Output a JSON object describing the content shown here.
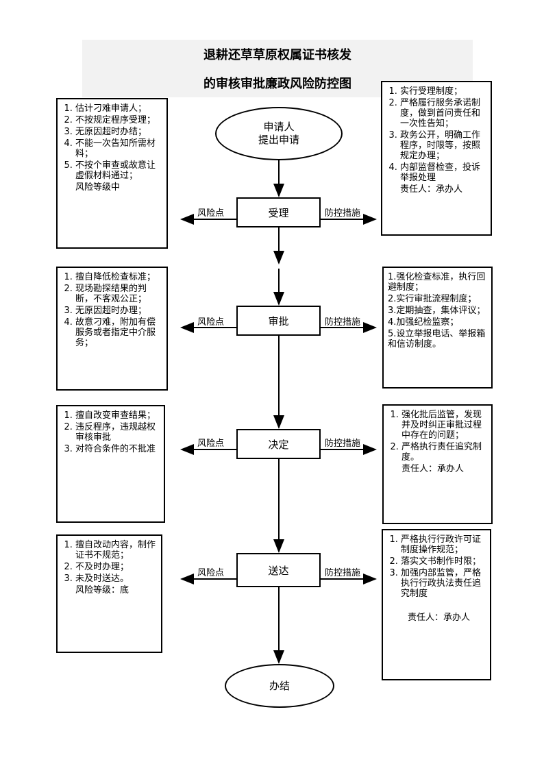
{
  "title": {
    "line1": "退耕还草草原权属证书核发",
    "line2": "的审核审批廉政风险防控图"
  },
  "flow": {
    "start": {
      "line1": "申请人",
      "line2": "提出申请"
    },
    "steps": [
      "受理",
      "审批",
      "决定",
      "送达"
    ],
    "end": "办结"
  },
  "labels": {
    "risk": "风险点",
    "measure": "防控措施"
  },
  "risks": [
    {
      "items": [
        "估计刁难申请人；",
        "不按规定程序受理；",
        "无原因超时办结；",
        "不能一次告知所需材料；",
        "不按个审查或故意让虚假材料通过；"
      ],
      "extra": "风险等级中"
    },
    {
      "items": [
        "擅自降低检查标准；",
        "现场勘探结果的判断，不客观公正；",
        "无原因超时办理；",
        "故意刁难，附加有偿服务或者指定中介服务；"
      ],
      "extra": ""
    },
    {
      "items": [
        "擅自改变审查结果；",
        "违反程序，违规越权审核审批",
        "对符合条件的不批准"
      ],
      "extra": ""
    },
    {
      "items": [
        "擅自改动内容，制作证书不规范；",
        "不及时办理；",
        "未及时送达。"
      ],
      "extra": "风险等级：底"
    }
  ],
  "measures": [
    {
      "items": [
        "实行受理制度；",
        "严格履行服务承诺制度，做到首问责任和一次性告知；",
        "政务公开，明确工作程序，时限等，按照规定办理；",
        "内部监督检查，投诉举报处理"
      ],
      "extra": "责任人：承办人"
    },
    {
      "items": [
        "1.强化检查标准，执行回避制度；",
        "2.实行审批流程制度；",
        "3.定期抽查，集体评议；",
        "4.加强纪检监察；",
        "5.设立举报电话、举报箱和信访制度。"
      ],
      "extra": ""
    },
    {
      "items": [
        "强化批后监管，发现并及时纠正审批过程中存在的问题；",
        "严格执行责任追究制度。"
      ],
      "extra": "责任人：承办人"
    },
    {
      "items": [
        "严格执行行政许可证制度操作规范；",
        "落实文书制作时限；",
        "加强内部监管，严格执行行政执法责任追究制度"
      ],
      "extra": "责任人：承办人"
    }
  ]
}
